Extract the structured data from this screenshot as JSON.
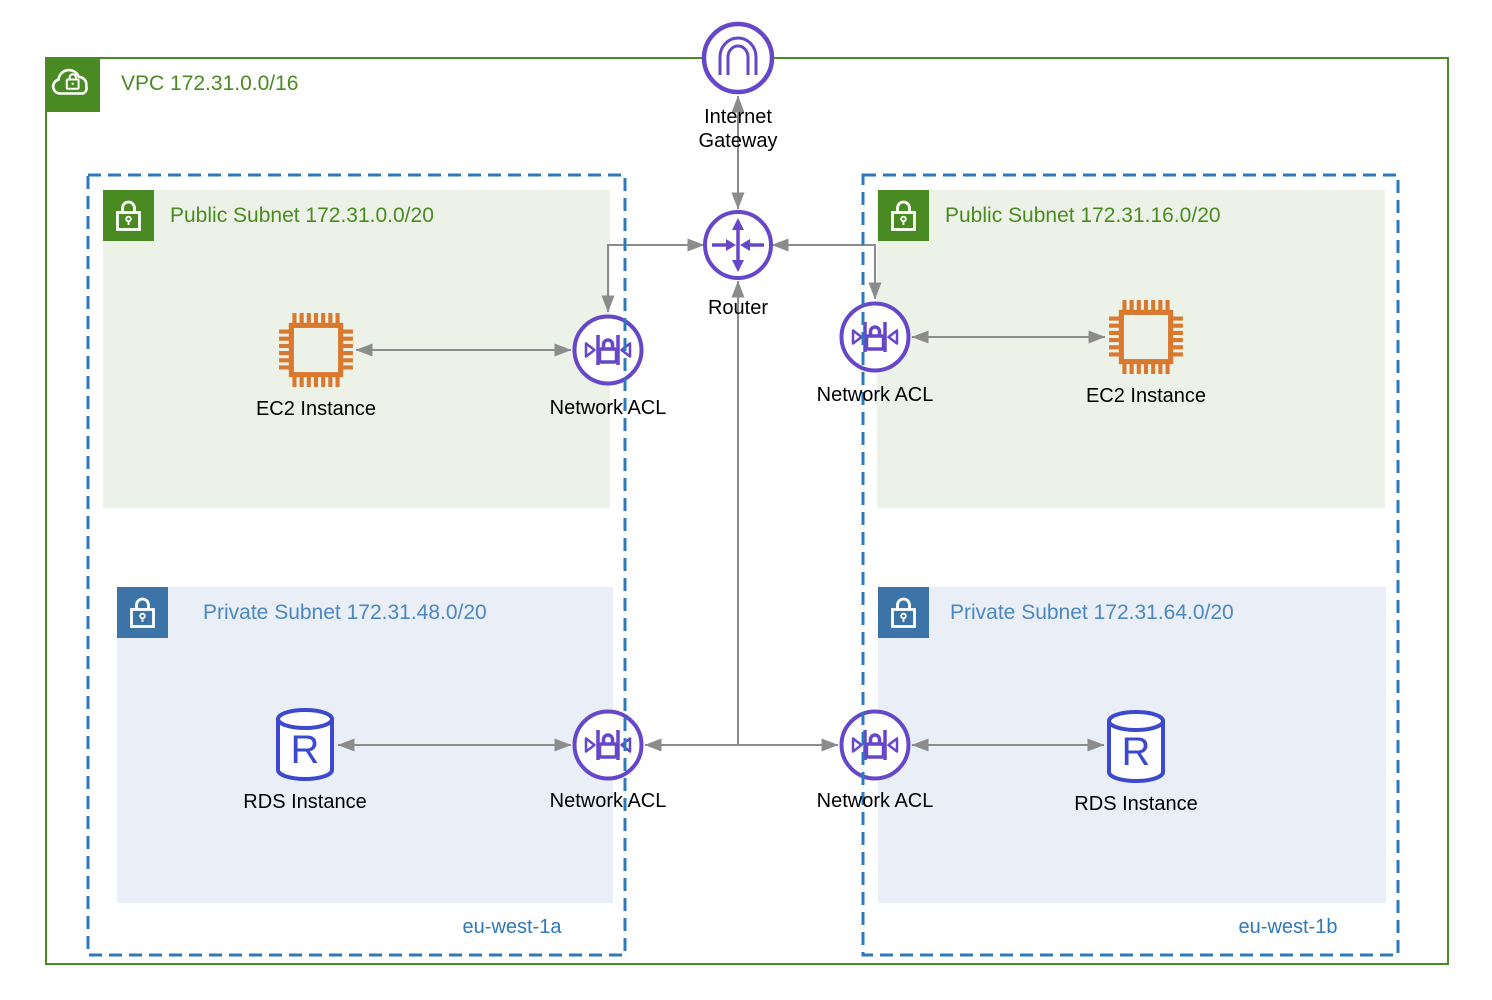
{
  "vpc": {
    "label": "VPC 172.31.0.0/16"
  },
  "internet_gateway": {
    "line1": "Internet",
    "line2": "Gateway"
  },
  "router": {
    "label": "Router"
  },
  "zones": [
    {
      "label": "eu-west-1a"
    },
    {
      "label": "eu-west-1b"
    }
  ],
  "subnets": [
    {
      "label": "Public Subnet 172.31.0.0/20"
    },
    {
      "label": "Public Subnet 172.31.16.0/20"
    },
    {
      "label": "Private Subnet 172.31.48.0/20"
    },
    {
      "label": "Private Subnet 172.31.64.0/20"
    }
  ],
  "nodes": {
    "ec2_left": {
      "label": "EC2 Instance"
    },
    "ec2_right": {
      "label": "EC2 Instance"
    },
    "nacl_public_left": {
      "label": "Network ACL"
    },
    "nacl_public_right": {
      "label": "Network ACL"
    },
    "nacl_private_left": {
      "label": "Network ACL"
    },
    "nacl_private_right": {
      "label": "Network ACL"
    },
    "rds_left": {
      "label": "RDS Instance",
      "letter": "R"
    },
    "rds_right": {
      "label": "RDS Instance",
      "letter": "R"
    }
  },
  "colors": {
    "vpc_green": "#4A8A22",
    "public_text": "#4A8A22",
    "public_fill": "#EDF2E8",
    "private_fill": "#E9EEF7",
    "private_icon": "#3D74A8",
    "private_text": "#4C87C1",
    "az_blue": "#2E78BC",
    "purple": "#6747C9",
    "orange": "#D9782F",
    "rds_blue": "#3C49CF",
    "gray": "#8C8C8C",
    "black": "#000000"
  }
}
